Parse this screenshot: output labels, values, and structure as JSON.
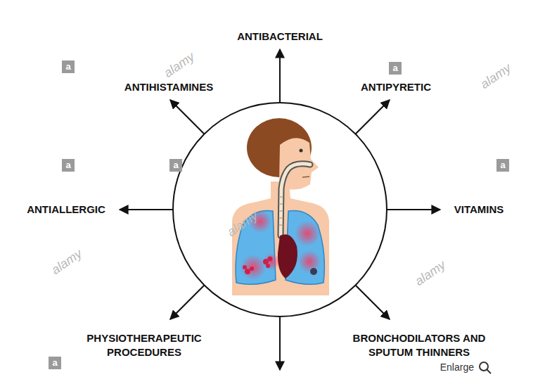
{
  "diagram": {
    "labels": [
      "ANTIBACTERIAL",
      "ANTIHISTAMINES",
      "ANTIPYRETIC",
      "ANTIALLERGIC",
      "VITAMINS",
      "PHYSIOTHERAPEUTIC PROCEDURES",
      "BRONCHODILATORS AND SPUTUM THINNERS",
      "Enlarge",
      "a",
      "a",
      "a",
      "a",
      "a",
      "a",
      "alamy",
      "alamy",
      "alamy",
      "alamy",
      "alamy"
    ]
  }
}
